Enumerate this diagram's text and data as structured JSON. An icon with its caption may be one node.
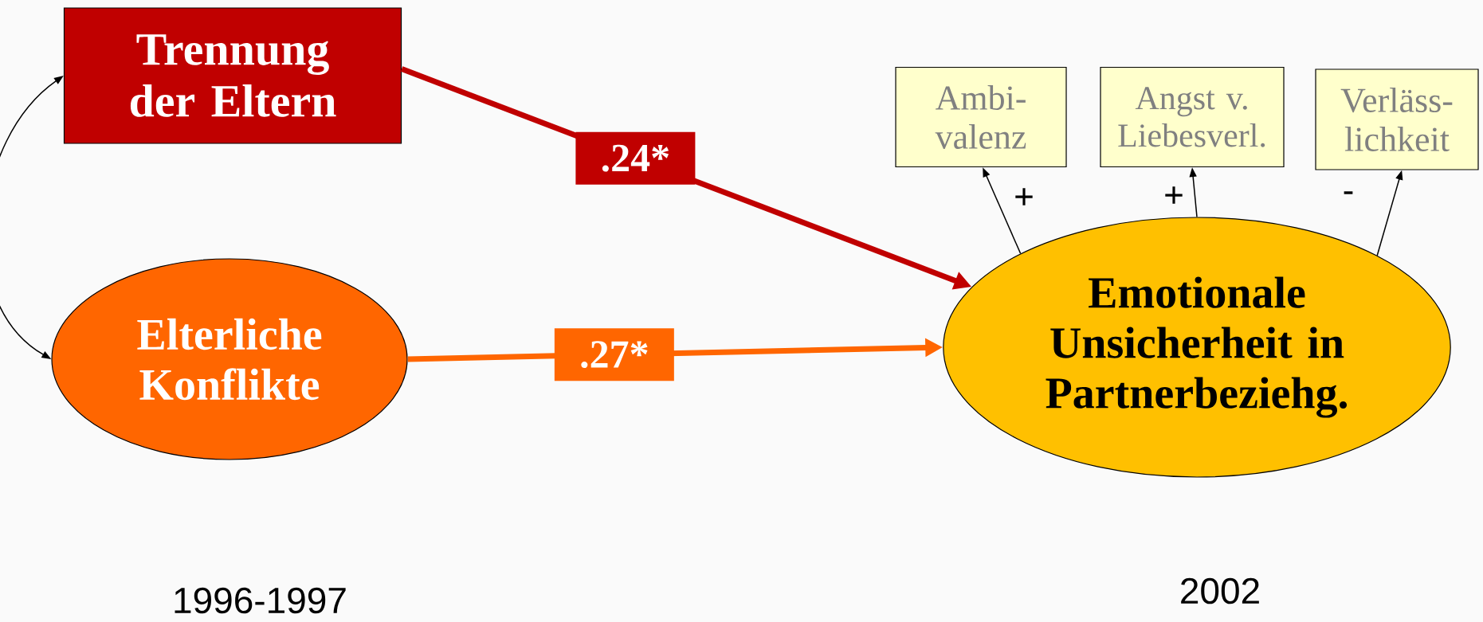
{
  "diagram": {
    "nodes": [
      {
        "text": [
          "Trennung der Eltern"
        ]
      },
      {
        "text": [
          "Elterliche Konflikte"
        ]
      },
      {
        "text": [
          "Emotionale Unsicherheit in Partnerbeziehg."
        ]
      },
      {
        "text": [
          "Ambi- valenz"
        ]
      },
      {
        "text": [
          "Angst v. Liebesverl."
        ]
      },
      {
        "text": [
          "Verläss- lichkeit"
        ]
      }
    ],
    "edges": [
      {
        "from": 0,
        "to": 2,
        "arrow": "to",
        "label": ".24*",
        "style": "thick",
        "color": "#c00000"
      },
      {
        "from": 1,
        "to": 2,
        "arrow": "to",
        "label": ".27*",
        "style": "thick",
        "color": "#ff6600"
      },
      {
        "from": 0,
        "to": 1,
        "arrow": "both"
      },
      {
        "from": 2,
        "to": 3,
        "arrow": "to",
        "label": "+"
      },
      {
        "from": 2,
        "to": 4,
        "arrow": "to",
        "label": "+"
      },
      {
        "from": 2,
        "to": 5,
        "arrow": "to",
        "label": "-"
      }
    ],
    "labels": [
      "1996-1997",
      "2002"
    ]
  }
}
